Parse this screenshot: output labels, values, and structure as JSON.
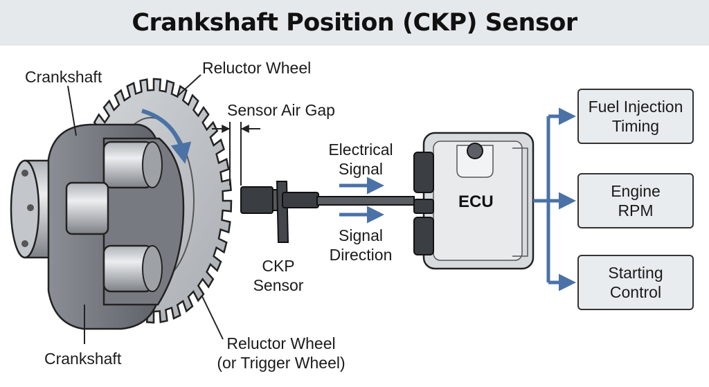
{
  "title": "Crankshaft Position (CKP) Sensor",
  "labels": {
    "crankshaft_top": "Crankshaft",
    "reluctor_wheel_top": "Reluctor Wheel",
    "sensor_air_gap": "Sensor Air Gap",
    "electrical_signal": "Electrical\nSignal",
    "signal_direction": "Signal\nDirection",
    "ckp_sensor": "CKP\nSensor",
    "crankshaft_bottom": "Crankshaft",
    "reluctor_wheel_bottom": "Reluctor Wheel\n(or Trigger Wheel)",
    "ecu": "ECU"
  },
  "outputs": [
    {
      "label": "Fuel Injection\nTiming"
    },
    {
      "label": "Engine\nRPM"
    },
    {
      "label": "Starting\nControl"
    }
  ],
  "colors": {
    "accent_blue": "#4a72a6",
    "metal_dark": "#6e7278",
    "metal_light": "#c9ccd0",
    "box_fill": "#e9ecee",
    "title_band": "#e6e9ec"
  }
}
